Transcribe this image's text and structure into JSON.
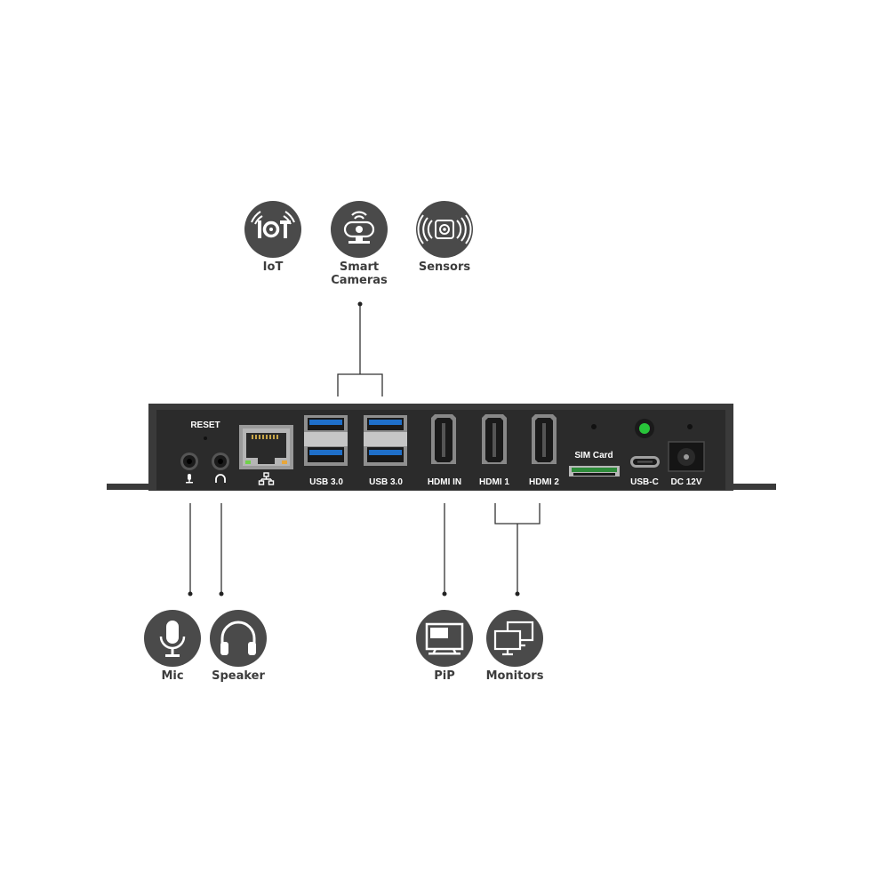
{
  "top_devices": [
    {
      "label": "IoT",
      "icon": "iot-icon"
    },
    {
      "label": "Smart\nCameras",
      "icon": "webcam-icon"
    },
    {
      "label": "Sensors",
      "icon": "sensor-icon"
    }
  ],
  "bottom_devices": [
    {
      "label": "Mic",
      "icon": "microphone-icon"
    },
    {
      "label": "Speaker",
      "icon": "headphones-icon"
    },
    {
      "label": "PiP",
      "icon": "tv-icon"
    },
    {
      "label": "Monitors",
      "icon": "monitors-icon"
    }
  ],
  "ports": {
    "reset": "RESET",
    "usb_a": "USB 3.0",
    "usb_b": "USB 3.0",
    "hdmi_in": "HDMI IN",
    "hdmi_1": "HDMI 1",
    "hdmi_2": "HDMI 2",
    "sim": "SIM Card",
    "usb_c": "USB-C",
    "dc": "DC 12V"
  },
  "colors": {
    "chassis": "#3a3a3a",
    "faceplate": "#2b2b2b",
    "icon_bg": "#4a4a4a",
    "usb_blue": "#1f6fc9",
    "led_green": "#28c43a",
    "sim_green": "#2e8b3a",
    "line": "#333333"
  }
}
